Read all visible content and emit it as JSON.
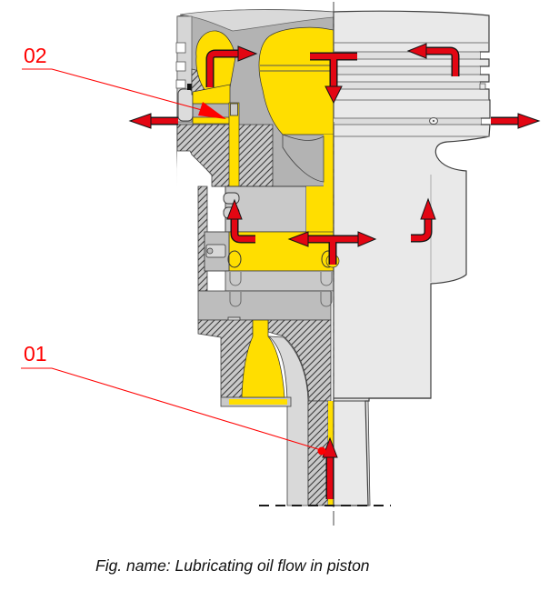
{
  "figure": {
    "callouts": [
      {
        "label": "02",
        "points_to": "oil-drain-channel-at-ring-groove"
      },
      {
        "label": "01",
        "points_to": "connecting-rod-oil-bore"
      }
    ],
    "caption": "Fig. name: Lubricating oil flow in piston"
  },
  "flow_arrows": [
    {
      "name": "oil-up-to-cooling-gallery-arrow",
      "direction": "up-right"
    },
    {
      "name": "oil-down-crown-center-arrow",
      "direction": "down"
    },
    {
      "name": "oil-from-ring-groove-left-arrow",
      "direction": "up-left"
    },
    {
      "name": "oil-out-right-arrow",
      "direction": "right"
    },
    {
      "name": "oil-out-left-arrow",
      "direction": "left"
    },
    {
      "name": "oil-up-from-pin-arrow",
      "direction": "up"
    },
    {
      "name": "oil-spread-at-pin-arrow",
      "direction": "left-right"
    },
    {
      "name": "oil-up-skirt-arrow",
      "direction": "up"
    },
    {
      "name": "oil-up-connecting-rod-arrow",
      "direction": "up"
    }
  ],
  "colors": {
    "oil_yellow": "#FFDE00",
    "arrow_red": "#E30613",
    "callout_red": "#FF0000",
    "section_gray": "#B3B3B3",
    "hatch_gray": "#C9C9C9",
    "external_gray": "#E9E9E9",
    "outline": "#3F3F3F"
  }
}
